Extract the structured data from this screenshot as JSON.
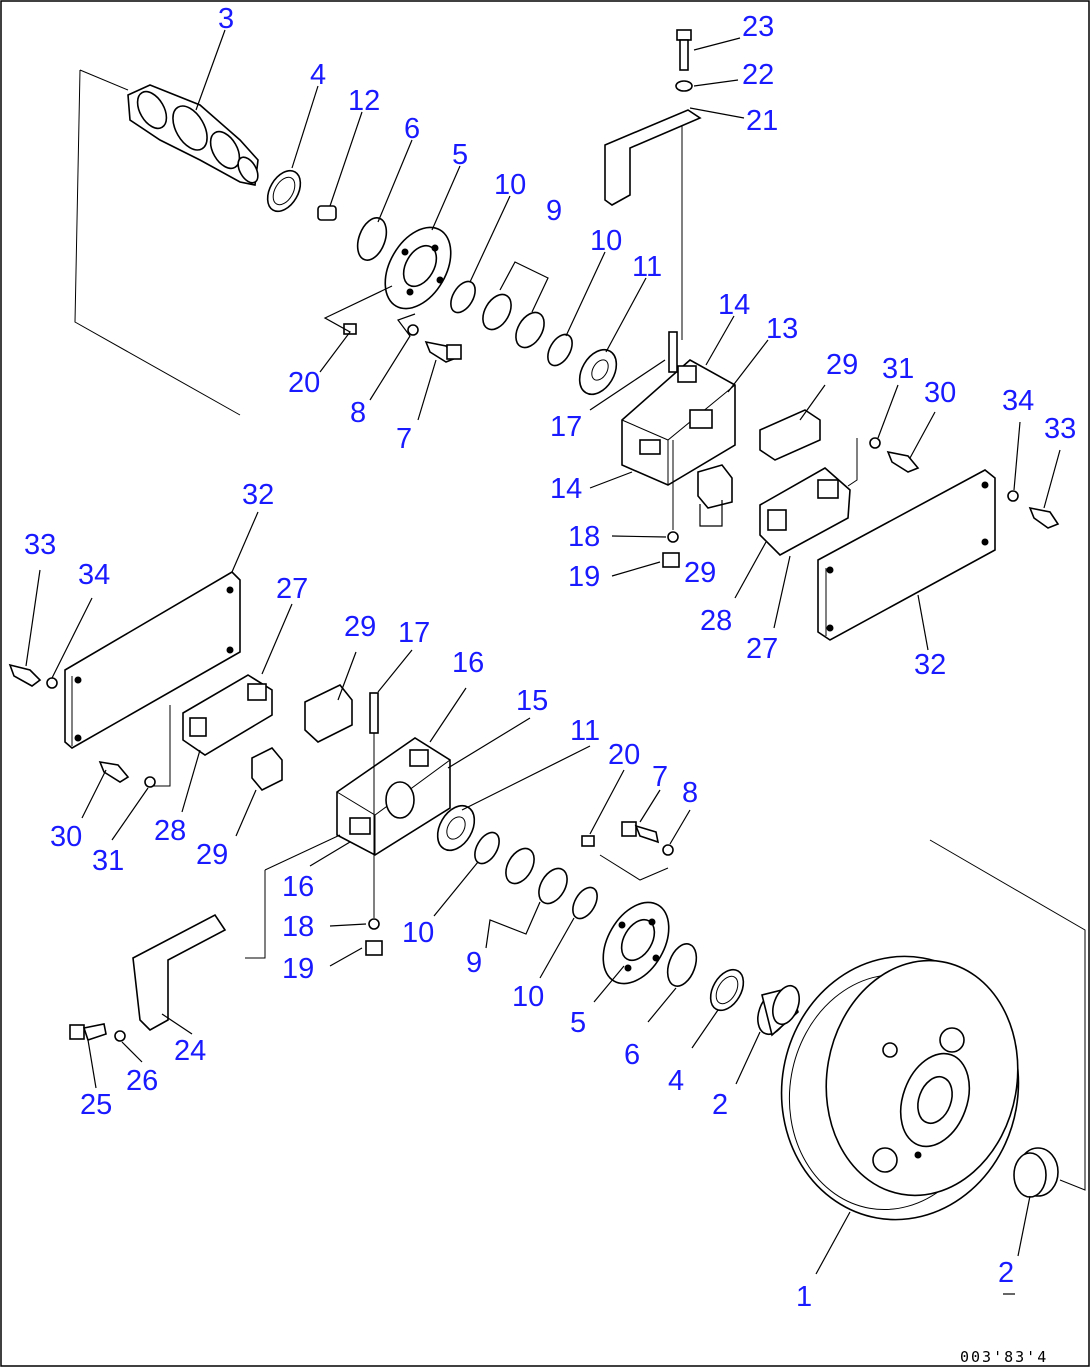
{
  "drawing_ref": "003'83'4",
  "callouts": [
    {
      "id": "c-3",
      "label": "3"
    },
    {
      "id": "c-4",
      "label": "4"
    },
    {
      "id": "c-12",
      "label": "12"
    },
    {
      "id": "c-6",
      "label": "6"
    },
    {
      "id": "c-5",
      "label": "5"
    },
    {
      "id": "c-10a",
      "label": "10"
    },
    {
      "id": "c-9a",
      "label": "9"
    },
    {
      "id": "c-10b",
      "label": "10"
    },
    {
      "id": "c-11a",
      "label": "11"
    },
    {
      "id": "c-23",
      "label": "23"
    },
    {
      "id": "c-22",
      "label": "22"
    },
    {
      "id": "c-21",
      "label": "21"
    },
    {
      "id": "c-14a",
      "label": "14"
    },
    {
      "id": "c-13",
      "label": "13"
    },
    {
      "id": "c-20a",
      "label": "20"
    },
    {
      "id": "c-8a",
      "label": "8"
    },
    {
      "id": "c-7a",
      "label": "7"
    },
    {
      "id": "c-17a",
      "label": "17"
    },
    {
      "id": "c-14b",
      "label": "14"
    },
    {
      "id": "c-29a",
      "label": "29"
    },
    {
      "id": "c-31a",
      "label": "31"
    },
    {
      "id": "c-30a",
      "label": "30"
    },
    {
      "id": "c-34a",
      "label": "34"
    },
    {
      "id": "c-33a",
      "label": "33"
    },
    {
      "id": "c-18a",
      "label": "18"
    },
    {
      "id": "c-19a",
      "label": "19"
    },
    {
      "id": "c-29b",
      "label": "29"
    },
    {
      "id": "c-28a",
      "label": "28"
    },
    {
      "id": "c-27a",
      "label": "27"
    },
    {
      "id": "c-32a",
      "label": "32"
    },
    {
      "id": "c-32b",
      "label": "32"
    },
    {
      "id": "c-33b",
      "label": "33"
    },
    {
      "id": "c-34b",
      "label": "34"
    },
    {
      "id": "c-27b",
      "label": "27"
    },
    {
      "id": "c-29c",
      "label": "29"
    },
    {
      "id": "c-17b",
      "label": "17"
    },
    {
      "id": "c-16a",
      "label": "16"
    },
    {
      "id": "c-15",
      "label": "15"
    },
    {
      "id": "c-11b",
      "label": "11"
    },
    {
      "id": "c-20b",
      "label": "20"
    },
    {
      "id": "c-7b",
      "label": "7"
    },
    {
      "id": "c-8b",
      "label": "8"
    },
    {
      "id": "c-30b",
      "label": "30"
    },
    {
      "id": "c-31b",
      "label": "31"
    },
    {
      "id": "c-28b",
      "label": "28"
    },
    {
      "id": "c-29d",
      "label": "29"
    },
    {
      "id": "c-16b",
      "label": "16"
    },
    {
      "id": "c-18b",
      "label": "18"
    },
    {
      "id": "c-19b",
      "label": "19"
    },
    {
      "id": "c-10c",
      "label": "10"
    },
    {
      "id": "c-9b",
      "label": "9"
    },
    {
      "id": "c-10d",
      "label": "10"
    },
    {
      "id": "c-5b",
      "label": "5"
    },
    {
      "id": "c-6b",
      "label": "6"
    },
    {
      "id": "c-4b",
      "label": "4"
    },
    {
      "id": "c-2a",
      "label": "2"
    },
    {
      "id": "c-24",
      "label": "24"
    },
    {
      "id": "c-26",
      "label": "26"
    },
    {
      "id": "c-25",
      "label": "25"
    },
    {
      "id": "c-1",
      "label": "1"
    },
    {
      "id": "c-2b",
      "label": "2"
    }
  ]
}
